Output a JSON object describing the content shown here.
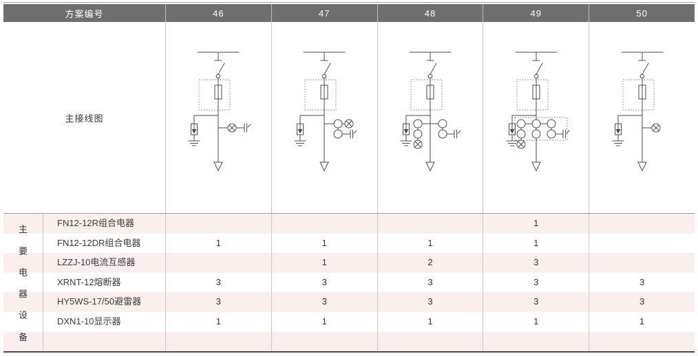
{
  "header": {
    "label": "方案编号",
    "schemes": [
      "46",
      "47",
      "48",
      "49",
      "50"
    ]
  },
  "diagram_row": {
    "label": "主接线图"
  },
  "equipment_section": {
    "vertical_label": "主要电器设备",
    "vertical_label_chars": [
      "主",
      "要",
      "电",
      "器",
      "设",
      "备"
    ],
    "rows": [
      {
        "name": "FN12-12R组合电器",
        "qty": [
          "",
          "",
          "",
          "1",
          ""
        ]
      },
      {
        "name": "FN12-12DR组合电器",
        "qty": [
          "1",
          "1",
          "1",
          "1",
          ""
        ]
      },
      {
        "name": "LZZJ-10电流互感器",
        "qty": [
          "",
          "1",
          "2",
          "3",
          ""
        ]
      },
      {
        "name": "XRNT-12熔断器",
        "qty": [
          "3",
          "3",
          "3",
          "3",
          "3"
        ]
      },
      {
        "name": "HY5WS-17/50避雷器",
        "qty": [
          "3",
          "3",
          "3",
          "3",
          "3"
        ]
      },
      {
        "name": "DXN1-10显示器",
        "qty": [
          "1",
          "1",
          "1",
          "1",
          "1"
        ]
      },
      {
        "name": "",
        "qty": [
          "",
          "",
          "",
          "",
          ""
        ]
      }
    ]
  },
  "colors": {
    "header_bg": "#6e6e6e",
    "header_text": "#ffffff",
    "row_pink": "#fbefed",
    "row_white": "#ffffff",
    "grid_line": "#c9c9c9",
    "diagram_stroke": "#4a4a4a"
  },
  "diagrams": [
    {
      "scheme": "46",
      "load_switch": true,
      "fuse": true,
      "arrester": true,
      "current_transformers": 0,
      "display_lamp": true,
      "capacitive_sensor": true,
      "extra_dashed_box": false
    },
    {
      "scheme": "47",
      "load_switch": true,
      "fuse": true,
      "arrester": true,
      "current_transformers": 1,
      "display_lamp": true,
      "capacitive_sensor": true,
      "extra_dashed_box": false
    },
    {
      "scheme": "48",
      "load_switch": true,
      "fuse": true,
      "arrester": true,
      "current_transformers": 2,
      "display_lamp": true,
      "capacitive_sensor": true,
      "extra_dashed_box": false
    },
    {
      "scheme": "49",
      "load_switch": true,
      "fuse": true,
      "arrester": true,
      "current_transformers": 3,
      "display_lamp": true,
      "capacitive_sensor": true,
      "extra_dashed_box": true
    },
    {
      "scheme": "50",
      "load_switch": true,
      "fuse": true,
      "arrester": true,
      "current_transformers": 0,
      "display_lamp": true,
      "capacitive_sensor": false,
      "extra_dashed_box": false
    }
  ]
}
